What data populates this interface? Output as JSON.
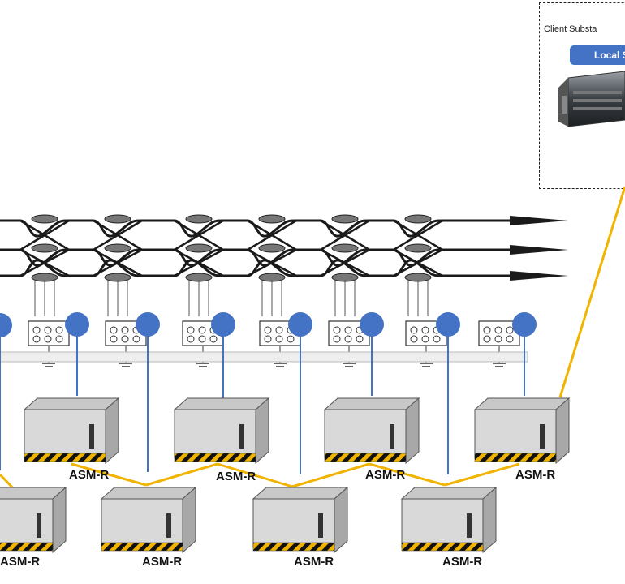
{
  "substation": {
    "title": "Client Substa",
    "server_label": "Local S"
  },
  "asm_units": [
    {
      "label": "ASM-R"
    },
    {
      "label": "ASM-R"
    },
    {
      "label": "ASM-R"
    },
    {
      "label": "ASM-R"
    },
    {
      "label": "ASM-R"
    },
    {
      "label": "ASM-R"
    },
    {
      "label": "ASM-R"
    },
    {
      "label": "ASM-R"
    }
  ],
  "colors": {
    "sensor_node": "#4472c4",
    "drop_line": "#4472c4",
    "link_line": "#f0b400",
    "cabinet": "#d9d9d9",
    "hazard_stripe": "#f0b400"
  }
}
